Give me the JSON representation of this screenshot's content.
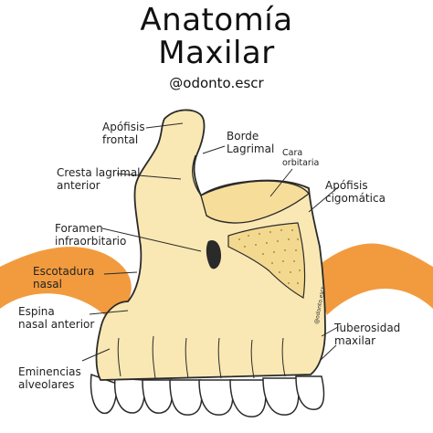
{
  "title_line1": "Anatomía",
  "title_line2": "Maxilar",
  "handle": "@odonto.escr",
  "signature": "@odonto.escr",
  "colors": {
    "bone": "#fae8b4",
    "bone_dark": "#e8cf8a",
    "stroke": "#2a2a2a",
    "accent_orange": "#f08a1c",
    "stipple": "#a98c40",
    "teeth": "#ffffff"
  },
  "labels": {
    "apofisis_frontal": [
      "Apófisis",
      "frontal"
    ],
    "borde_lagrimal": [
      "Borde",
      "Lagrimal"
    ],
    "cara_orbitaria": [
      "Cara",
      "orbitaria"
    ],
    "cresta_lagrimal": [
      "Cresta lagrimal",
      "anterior"
    ],
    "apofisis_cigomatica": [
      "Apófisis",
      "cigomática"
    ],
    "foramen": [
      "Foramen",
      "infraorbitario"
    ],
    "escotadura": [
      "Escotadura",
      "nasal"
    ],
    "espina": [
      "Espina",
      "nasal anterior"
    ],
    "tuberosidad": [
      "Tuberosidad",
      "maxilar"
    ],
    "eminencias": [
      "Eminencias",
      "alveolares"
    ]
  }
}
